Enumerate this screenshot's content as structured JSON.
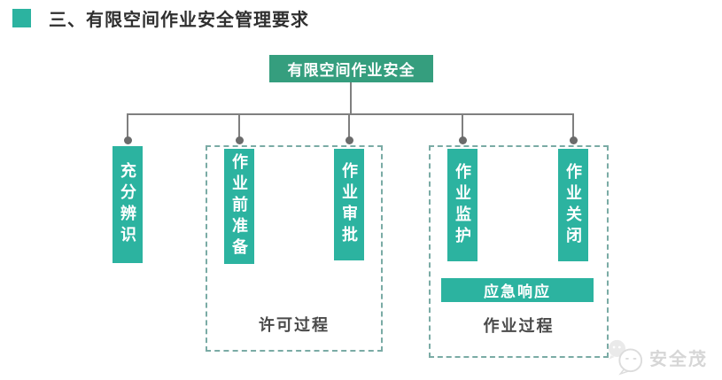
{
  "header": {
    "title": "三、有限空间作业安全管理要求"
  },
  "diagram": {
    "root": {
      "label": "有限空间作业安全"
    },
    "branches": [
      {
        "label": "充分辨识"
      },
      {
        "label": "作业前准备"
      },
      {
        "label": "作业审批"
      },
      {
        "label": "作业监护"
      },
      {
        "label": "作业关闭"
      }
    ],
    "groups": [
      {
        "label": "许可过程",
        "members": [
          "作业前准备",
          "作业审批"
        ]
      },
      {
        "label": "作业过程",
        "members": [
          "作业监护",
          "作业关闭"
        ],
        "extra_label": "应急响应"
      }
    ]
  },
  "watermark": {
    "brand": "安全茂",
    "logo_icon": "chat-bubbles-icon"
  },
  "colors": {
    "accent": "#2cb3a0",
    "root": "#359e7e",
    "line": "#7f7f7f",
    "dot": "#6b6b6b",
    "dash": "#7aaba5",
    "label": "#4a4a4a",
    "title": "#2f2f2f",
    "watermark": "#d6d6d6"
  }
}
